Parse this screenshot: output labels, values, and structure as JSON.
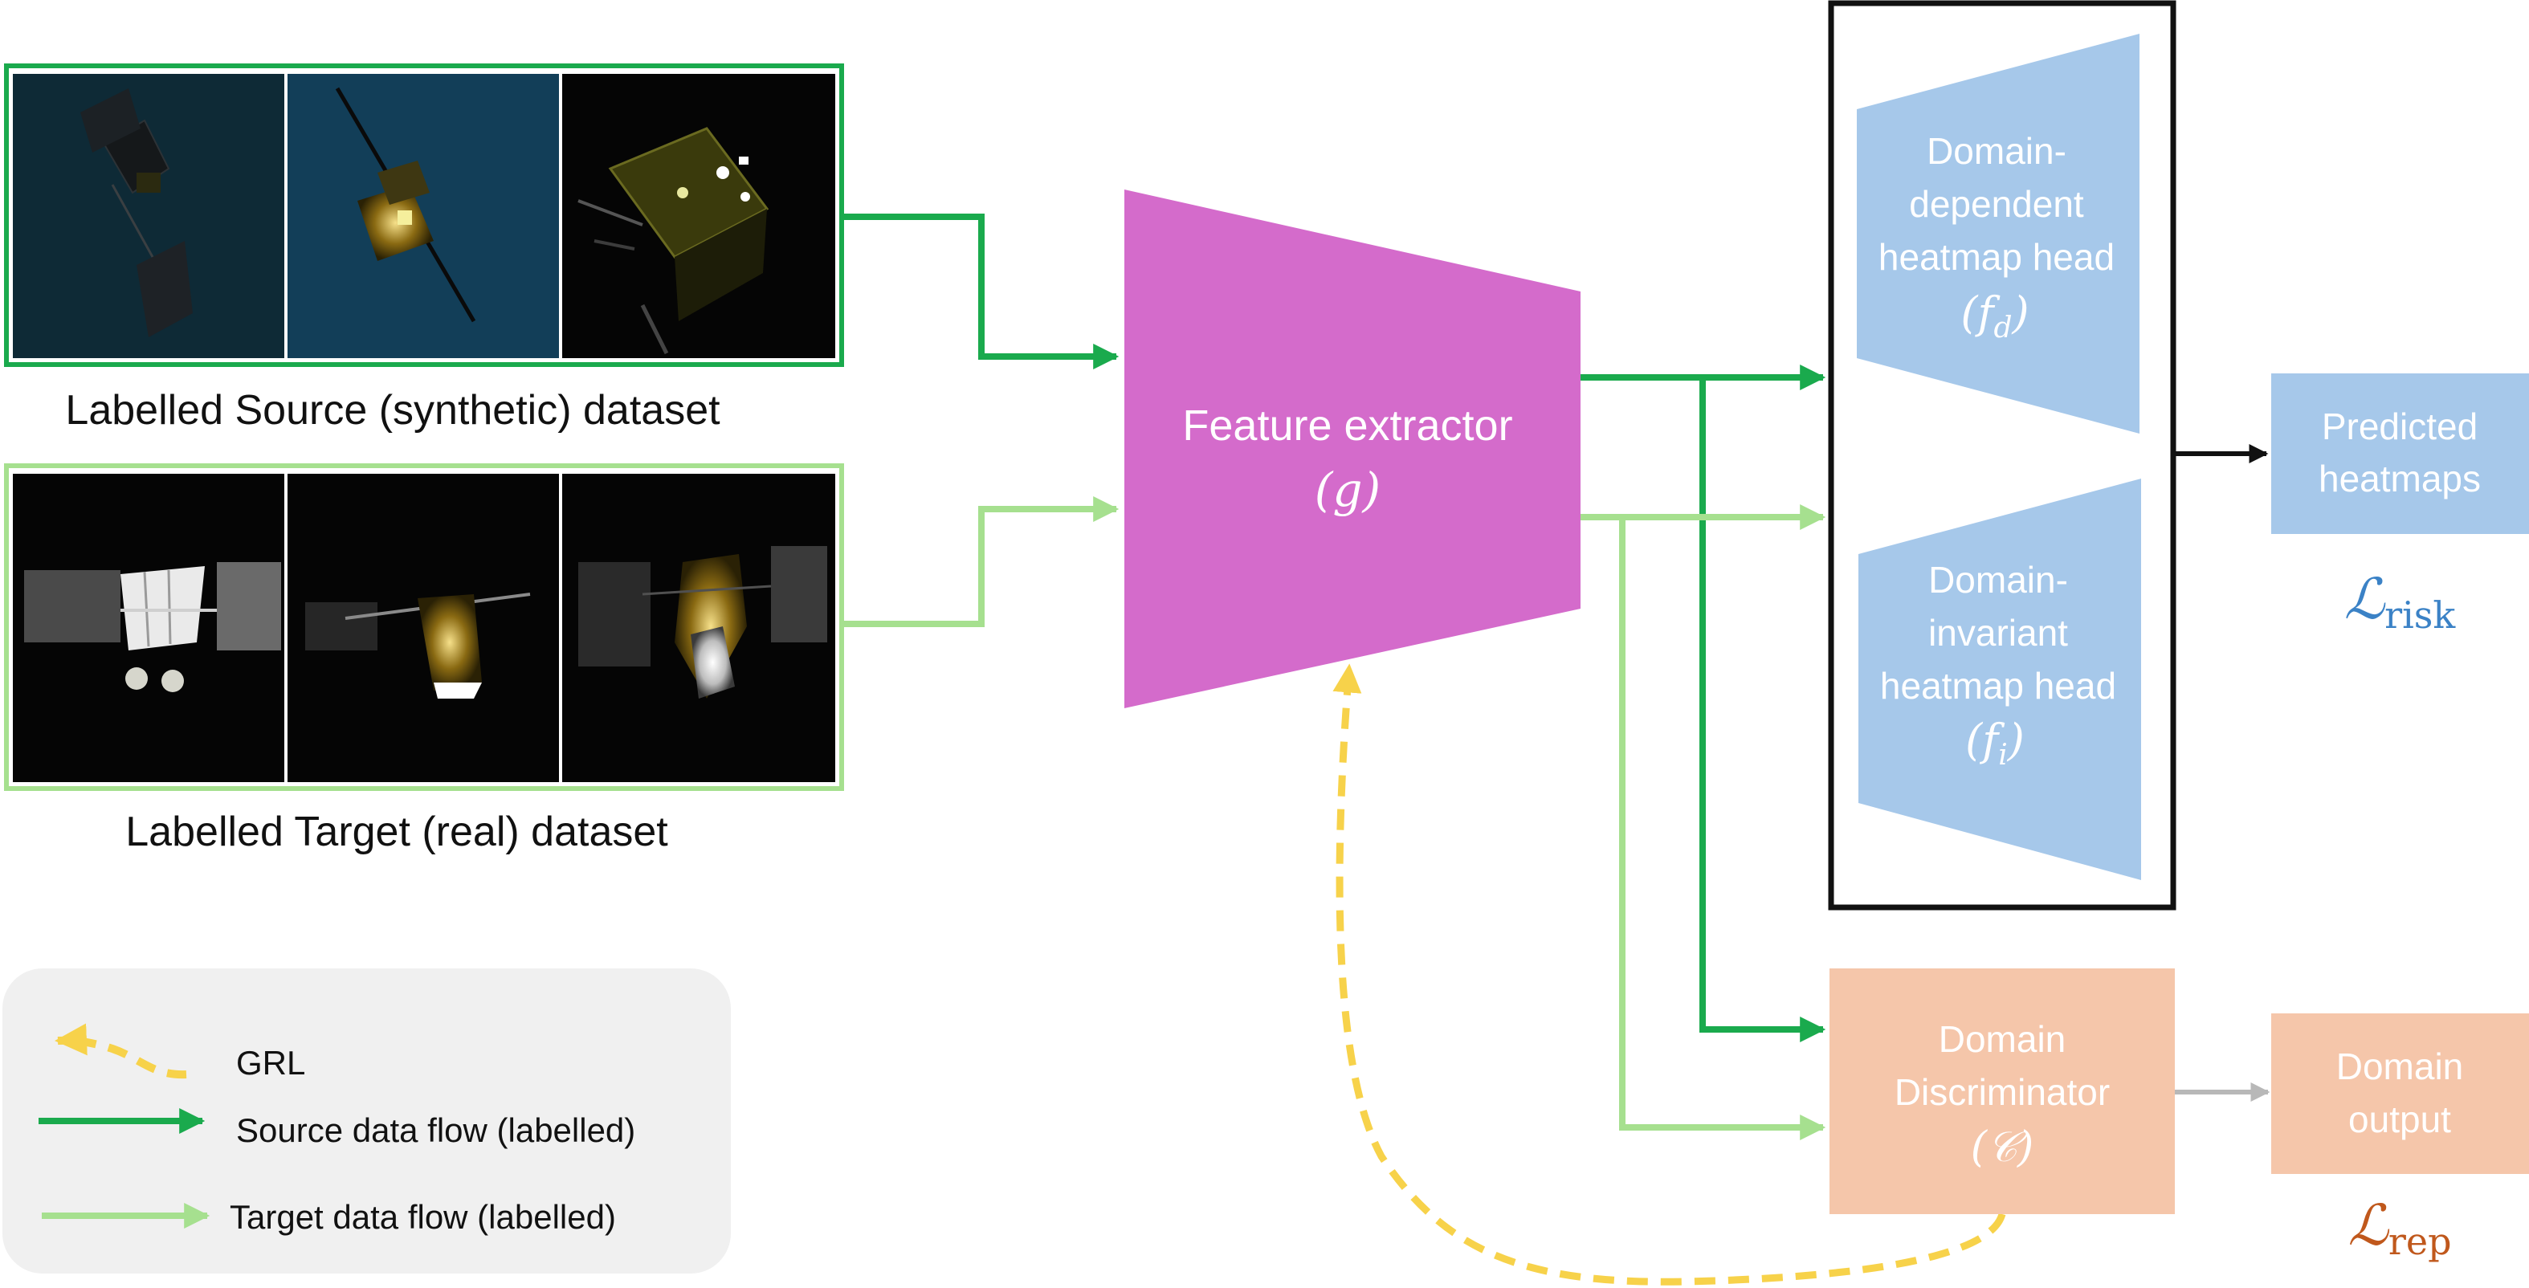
{
  "source_dataset": {
    "label": "Labelled Source (synthetic) dataset",
    "frame_color": "#1aaa4d",
    "thumb_colors": [
      "#0e2a36",
      "#123e58",
      "#050505"
    ]
  },
  "target_dataset": {
    "label": "Labelled Target (real) dataset",
    "frame_color": "#a6e08f",
    "thumb_colors": [
      "#050505",
      "#050505",
      "#050505"
    ]
  },
  "feature_extractor": {
    "title": "Feature extractor",
    "symbol": "(g)",
    "color": "#d46bcb"
  },
  "heatmap_heads": {
    "dependent": {
      "lines": [
        "Domain-",
        "dependent",
        "heatmap head"
      ],
      "symbol_open": "(",
      "symbol_var": "f",
      "symbol_sub": "d",
      "symbol_close": ")"
    },
    "invariant": {
      "lines": [
        "Domain-",
        "invariant",
        "heatmap head"
      ],
      "symbol_open": "(",
      "symbol_var": "f",
      "symbol_sub": "i",
      "symbol_close": ")"
    },
    "color": "#a6c8ea"
  },
  "predicted_heatmaps": {
    "lines": [
      "Predicted",
      "heatmaps"
    ],
    "loss_script": "ℒ",
    "loss_sub": "risk",
    "color": "#a6c8ea",
    "loss_color": "#3b82c6"
  },
  "discriminator": {
    "lines": [
      "Domain",
      "Discriminator"
    ],
    "symbol": "(𝒞)",
    "color": "#f5c6aa"
  },
  "domain_output": {
    "lines": [
      "Domain",
      "output"
    ],
    "loss_script": "ℒ",
    "loss_sub": "rep",
    "color": "#f5c6aa",
    "loss_color": "#c0581c"
  },
  "legend": {
    "items": [
      {
        "label": "GRL",
        "color": "#f7d24a"
      },
      {
        "label": "Source data flow (labelled)",
        "color": "#1aaa4d"
      },
      {
        "label": "Target data flow (labelled)",
        "color": "#a6e08f"
      }
    ]
  },
  "colors": {
    "source_flow": "#1aaa4d",
    "target_flow": "#a6e08f",
    "grl": "#f7d24a",
    "output_arrow": "#111111",
    "domain_arrow": "#b8b8b8"
  }
}
